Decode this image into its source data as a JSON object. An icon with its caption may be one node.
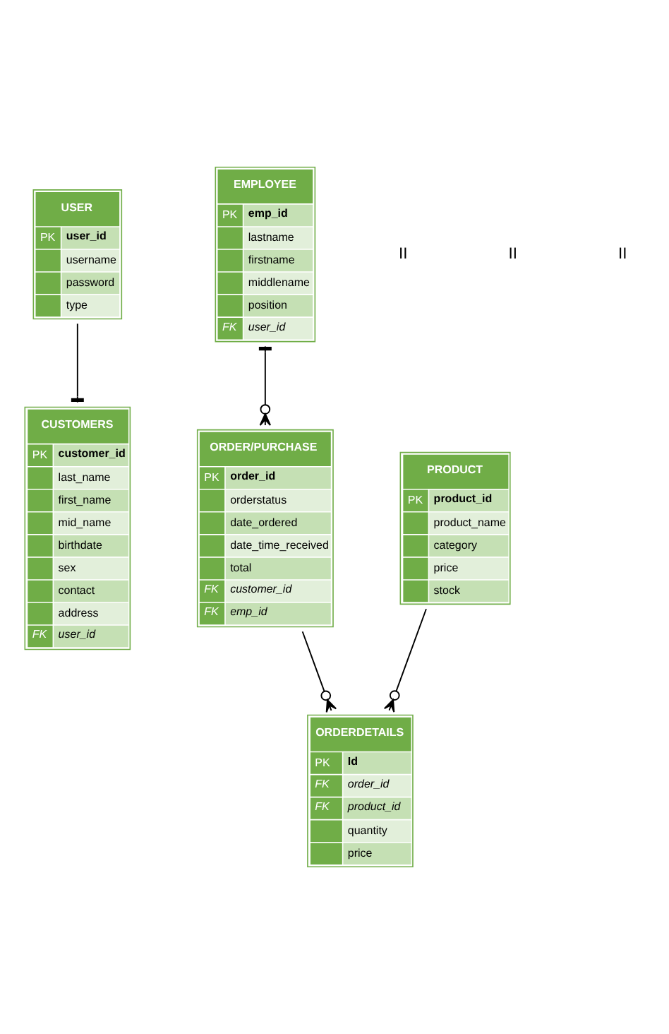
{
  "diagram": {
    "nodes": [
      {
        "text": [
          "USER",
          "PK",
          "user_id",
          "username",
          "password",
          "type"
        ]
      },
      {
        "text": [
          "EMPLOYEE",
          "PK",
          "emp_id",
          "lastname",
          "firstname",
          "middlename",
          "position",
          "FK",
          "user_id"
        ]
      },
      {
        "text": [
          "CUSTOMERS",
          "PK",
          "customer_id",
          "last_name",
          "first_name",
          "mid_name",
          "birthdate",
          "sex",
          "contact",
          "address",
          "FK",
          "user_id"
        ]
      },
      {
        "text": [
          "ORDER/PURCHASE",
          "PK",
          "order_id",
          "orderstatus",
          "date_ordered",
          "date_time_received",
          "total",
          "FK",
          "customer_id",
          "FK",
          "emp_id"
        ]
      },
      {
        "text": [
          "PRODUCT",
          "PK",
          "product_id",
          "product_name",
          "category",
          "price",
          "stock"
        ]
      },
      {
        "text": [
          "ORDERDETAILS",
          "PK",
          "Id",
          "FK",
          "order_id",
          "FK",
          "product_id",
          "quantity",
          "price"
        ]
      }
    ],
    "edges": [
      {
        "from": 0,
        "to": 2,
        "arrow": "other"
      },
      {
        "from": 1,
        "to": 3,
        "arrow": "other"
      },
      {
        "from": 3,
        "to": 5,
        "arrow": "other"
      },
      {
        "from": 4,
        "to": 5,
        "arrow": "other"
      }
    ],
    "labels": [
      "II",
      "II",
      "II"
    ]
  }
}
